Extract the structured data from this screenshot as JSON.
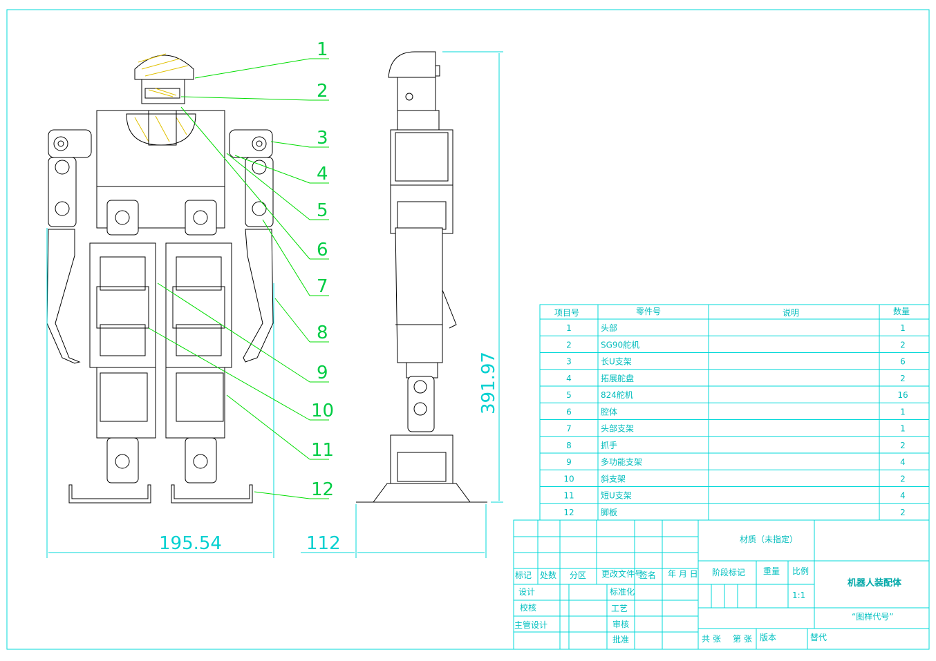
{
  "balloons": [
    "1",
    "2",
    "3",
    "4",
    "5",
    "6",
    "7",
    "8",
    "9",
    "10",
    "11",
    "12"
  ],
  "dimensions": {
    "width": "195.54",
    "depth": "112",
    "height": "391.97"
  },
  "bom": {
    "headers": [
      "项目号",
      "零件号",
      "说明",
      "数量"
    ],
    "rows": [
      [
        "1",
        "头部",
        "",
        "1"
      ],
      [
        "2",
        "SG90舵机",
        "",
        "2"
      ],
      [
        "3",
        "长U支架",
        "",
        "6"
      ],
      [
        "4",
        "拓展舵盘",
        "",
        "2"
      ],
      [
        "5",
        "824舵机",
        "",
        "16"
      ],
      [
        "6",
        "腔体",
        "",
        "1"
      ],
      [
        "7",
        "头部支架",
        "",
        "1"
      ],
      [
        "8",
        "抓手",
        "",
        "2"
      ],
      [
        "9",
        "多功能支架",
        "",
        "4"
      ],
      [
        "10",
        "斜支架",
        "",
        "2"
      ],
      [
        "11",
        "短U支架",
        "",
        "4"
      ],
      [
        "12",
        "脚板",
        "",
        "2"
      ]
    ]
  },
  "title_block": {
    "material": "材质（未指定）",
    "col_labels": [
      "标记",
      "处数",
      "分区",
      "更改文件号",
      "签名",
      "年 月 日"
    ],
    "roles_left": [
      "设计",
      "校核",
      "主管设计"
    ],
    "roles_right": [
      "标准化",
      "工艺",
      "审核",
      "批准"
    ],
    "stage_label": "阶段标记",
    "weight_label": "重量",
    "scale_label": "比例",
    "scale_value": "1:1",
    "title": "机器人装配体",
    "drawing_code": "“图样代号”",
    "sheets_total": "共 张",
    "sheet_no": "第 张",
    "version_label": "版本",
    "replace_label": "替代"
  }
}
